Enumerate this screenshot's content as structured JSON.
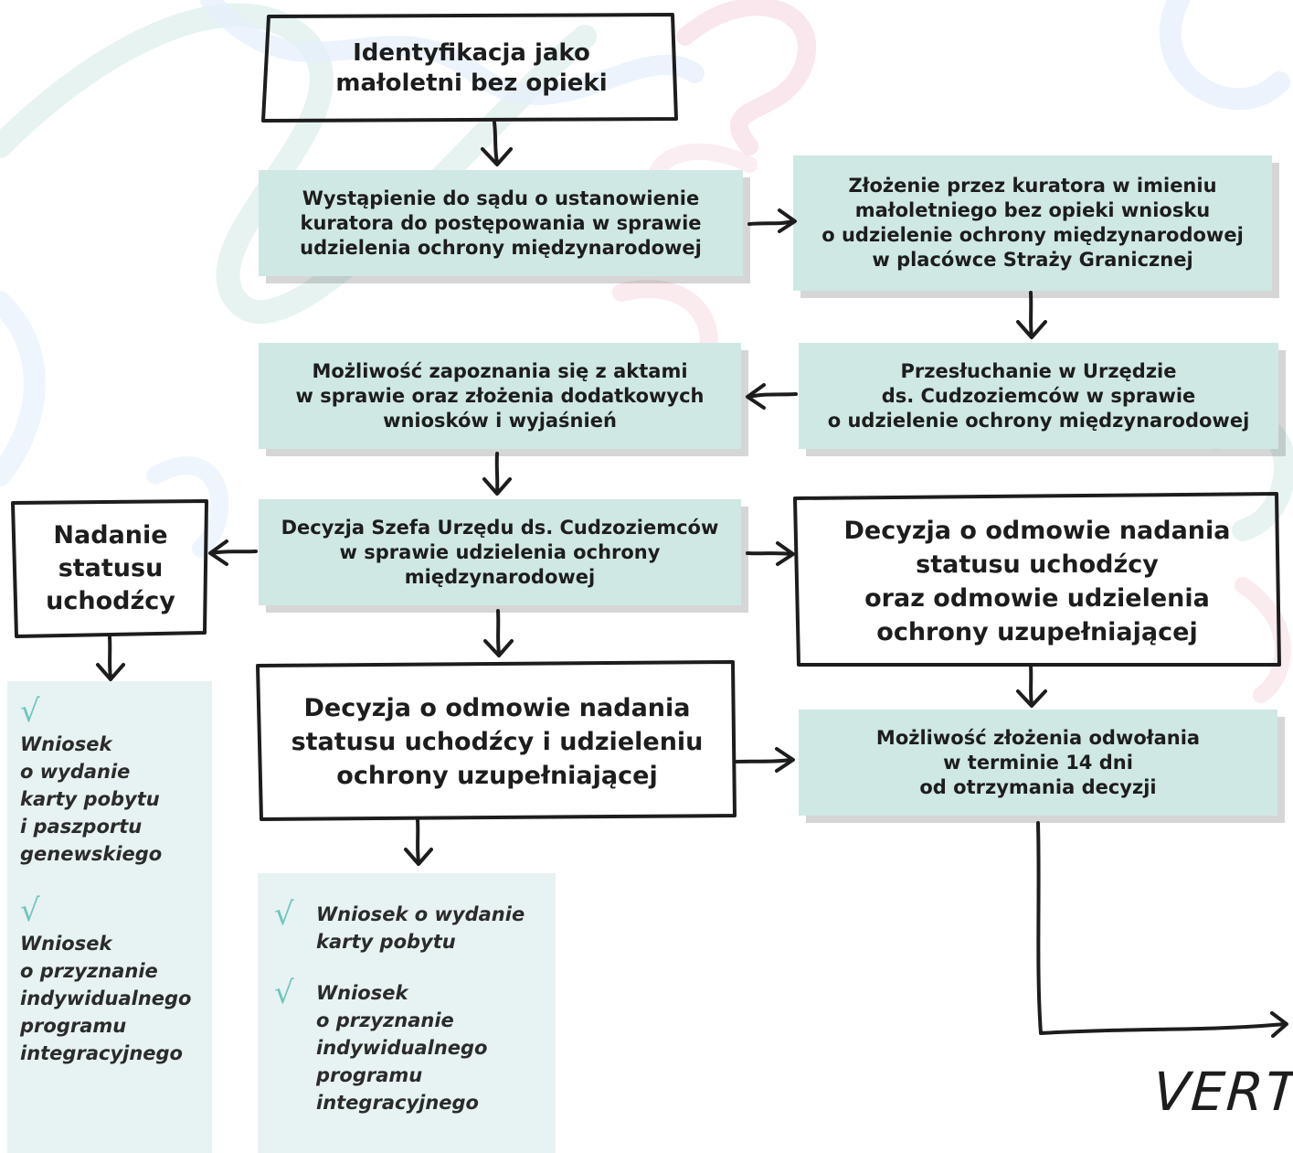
{
  "nodes": {
    "identification": "Identyfikacja jako\nmałoletni bez opieki",
    "court_request": "Wystąpienie do sądu o ustanowienie\nkuratora do postępowania w sprawie\nudzielenia ochrony międzynarodowej",
    "application": "Złożenie przez kuratora w imieniu\nmałoletniego bez opieki wniosku\no udzielenie ochrony międzynarodowej\nw placówce Straży Granicznej",
    "hearing": "Przesłuchanie w Urzędzie\nds. Cudzoziemców w sprawie\no udzielenie ochrony międzynarodowej",
    "files_access": "Możliwość zapoznania się z aktami\nw sprawie oraz złożenia dodatkowych\nwniosków i wyjaśnień",
    "decision": "Decyzja Szefa Urzędu ds. Cudzoziemców\nw sprawie udzielenia ochrony\nmiędzynarodowej",
    "refugee_status": "Nadanie\nstatusu\nuchodźcy",
    "refusal_both": "Decyzja o odmowie nadania\nstatusu uchodźcy\noraz odmowie udzielenia\nochrony uzupełniającej",
    "refusal_subsidiary": "Decyzja o odmowie nadania\nstatusu uchodźcy i udzieleniu\nochrony uzupełniającej",
    "appeal": "Możliwość złożenia odwołania\nw terminie 14 dni\nod otrzymania decyzji"
  },
  "left_list": {
    "items": [
      "Wniosek\no wydanie\nkarty pobytu\ni paszportu\ngenewskiego",
      "Wniosek\no przyznanie\nindywidualnego\nprogramu\nintegracyjnego"
    ]
  },
  "middle_list": {
    "items": [
      "Wniosek o wydanie\nkarty pobytu",
      "Wniosek\no przyznanie\nindywidualnego\nprogramu\nintegracyjnego"
    ]
  },
  "check_glyph": "√",
  "footer": {
    "verte": "VERTE"
  },
  "colors": {
    "box_fill": "#cfe8e4",
    "list_fill": "#e7f3f2",
    "check": "#6fc6bd",
    "ink": "#1d1d1d"
  }
}
